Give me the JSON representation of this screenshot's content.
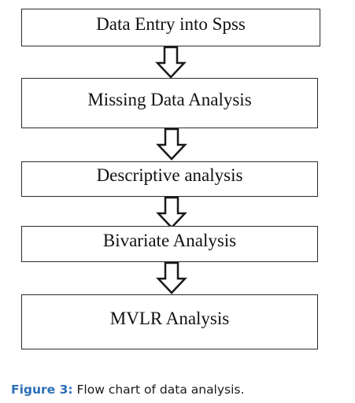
{
  "flowchart": {
    "steps": [
      {
        "label": "Data Entry into Spss"
      },
      {
        "label": "Missing Data Analysis"
      },
      {
        "label": "Descriptive analysis"
      },
      {
        "label": "Bivariate Analysis"
      },
      {
        "label": "MVLR Analysis"
      }
    ],
    "arrow_style": "hollow-down-arrow"
  },
  "caption": {
    "label": "Figure 3:",
    "text": " Flow chart of data analysis."
  },
  "colors": {
    "box_border": "#2b2b2b",
    "caption_label": "#2c6fb6",
    "caption_text": "#1a1a1a",
    "background": "#ffffff"
  }
}
